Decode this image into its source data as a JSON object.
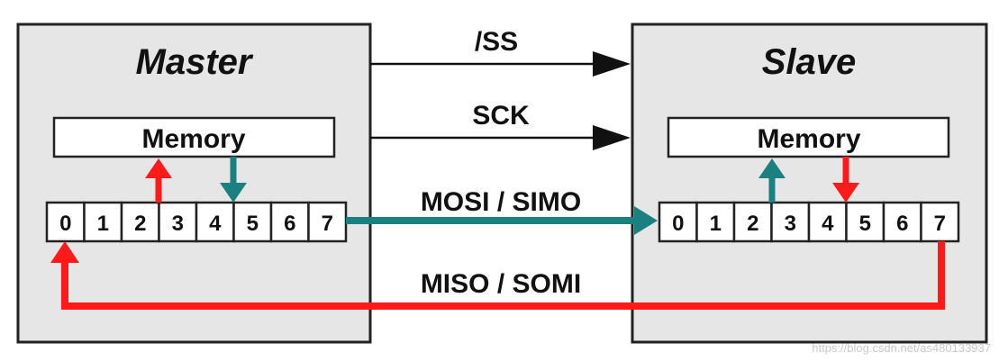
{
  "master": {
    "title": "Master",
    "memory_label": "Memory",
    "register_bits": [
      "0",
      "1",
      "2",
      "3",
      "4",
      "5",
      "6",
      "7"
    ]
  },
  "slave": {
    "title": "Slave",
    "memory_label": "Memory",
    "register_bits": [
      "0",
      "1",
      "2",
      "3",
      "4",
      "5",
      "6",
      "7"
    ]
  },
  "signals": {
    "ss": "/SS",
    "sck": "SCK",
    "mosi": "MOSI / SIMO",
    "miso": "MISO / SOMI"
  },
  "watermark": "https://blog.csdn.net/as480133937",
  "colors": {
    "panel_fill": "#e6e6e6",
    "panel_stroke": "#222222",
    "text": "#111111",
    "red": "#ff1a1a",
    "teal": "#1a8080",
    "black": "#111111",
    "watermark": "#c8c8c8"
  }
}
